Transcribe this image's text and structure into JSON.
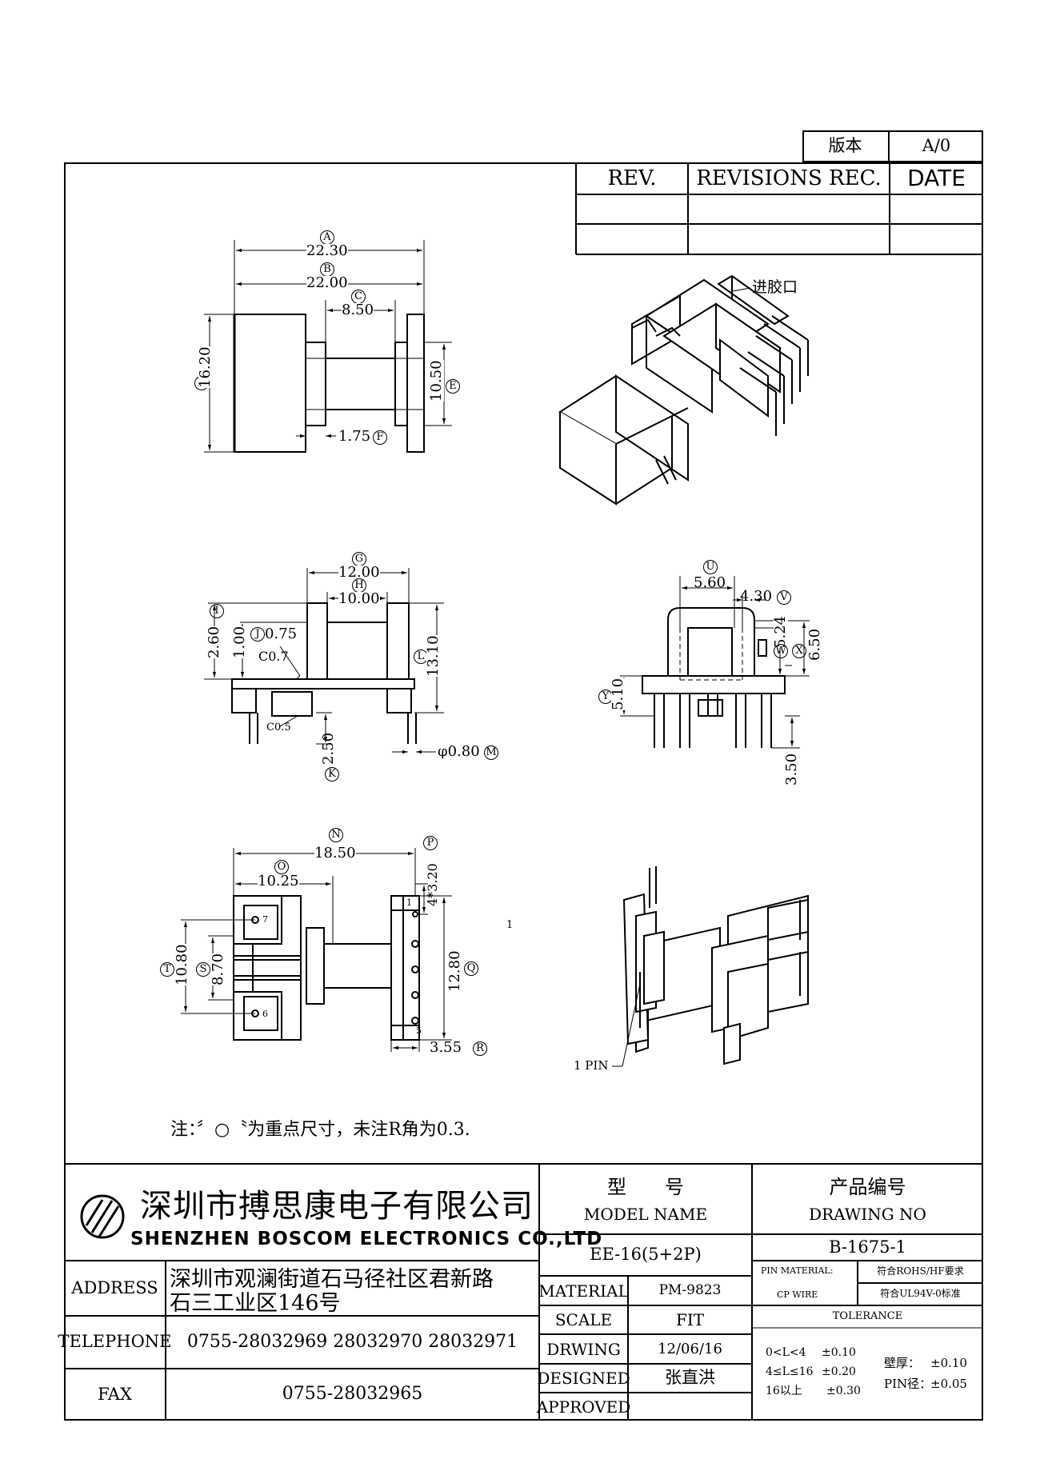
{
  "version": {
    "label": "版本",
    "value": "A/0"
  },
  "revisions": {
    "rev": "REV.",
    "rec": "REVISIONS REC.",
    "date": "DATE"
  },
  "callouts": {
    "gate": "进胶口",
    "pin1": "1 PIN",
    "stray": "1"
  },
  "dims": {
    "top": {
      "A": "A",
      "A_val": "22.30",
      "B": "B",
      "B_val": "22.00",
      "C": "C",
      "C_val": "8.50",
      "D": "D",
      "D_val": "16.20",
      "E": "E",
      "E_val": "10.50",
      "F": "F",
      "F_val": "1.75"
    },
    "side": {
      "G": "G",
      "G_val": "12.00",
      "H": "H",
      "H_val": "10.00",
      "I": "I",
      "I_val": "2.60",
      "J": "J",
      "J_val": "0.75",
      "one": "1.00",
      "c07": "C0.7",
      "c05": "C0.5",
      "L": "L",
      "L_val": "13.10",
      "K": "K",
      "K_val": "2.50",
      "M": "M",
      "M_val": "φ0.80"
    },
    "front": {
      "U": "U",
      "U_val": "5.60",
      "V": "V",
      "V_val": "4.30",
      "W": "W",
      "W_val": "5.24",
      "X": "X",
      "X_val": "6.50",
      "Y": "Y",
      "Y_val": "5.10",
      "pin": "3.50"
    },
    "bottom": {
      "N": "N",
      "N_val": "18.50",
      "O": "O",
      "O_val": "10.25",
      "P": "P",
      "P_val": "4*3.20",
      "T": "T",
      "T_val": "10.80",
      "S": "S",
      "S_val": "8.70",
      "Q": "Q",
      "Q_val": "12.80",
      "R": "R",
      "R_val": "3.55",
      "pin7": "7",
      "pin6": "6",
      "pin1": "1",
      "pin5": "5"
    }
  },
  "note": "注：〞○〝为重点尺寸，未注R角为0.3.",
  "title_block": {
    "company_cn": "深圳市搏思康电子有限公司",
    "company_en": "SHENZHEN BOSCOM ELECTRONICS CO.,LTD",
    "address_label": "ADDRESS",
    "address_line1": "深圳市观澜街道石马径社区君新路",
    "address_line2": "石三工业区146号",
    "telephone_label": "TELEPHONE",
    "telephone": "0755-28032969 28032970 28032971",
    "fax_label": "FAX",
    "fax": "0755-28032965",
    "model_cn": "型　　号",
    "model_en": "MODEL NAME",
    "model_value": "EE-16(5+2P)",
    "drawing_cn": "产品编号",
    "drawing_en": "DRAWING NO",
    "drawing_value": "B-1675-1",
    "material_label": "MATERIAL",
    "material_value": "PM-9823",
    "scale_label": "SCALE",
    "scale_value": "FIT",
    "drawing_label": "DRWING",
    "drawing_date": "12/06/16",
    "designed_label": "DESIGNED",
    "designed_value": "张直洪",
    "approved_label": "APPROVED",
    "pin_material_label": "PIN MATERIAL:",
    "pin_material_value": "CP WIRE",
    "rohs": "符合ROHS/HF要求",
    "ul": "符合UL94V-0标准",
    "tolerance_label": "TOLERANCE",
    "tol1_range": "0<L<4",
    "tol1_val": "±0.10",
    "tol2_range": "4≤L≤16",
    "tol2_val": "±0.20",
    "tol3_range": "16以上",
    "tol3_val": "±0.30",
    "wall_label": "壁厚：",
    "wall_val": "±0.10",
    "pin_label": "PIN径：",
    "pin_val": "±0.05"
  }
}
